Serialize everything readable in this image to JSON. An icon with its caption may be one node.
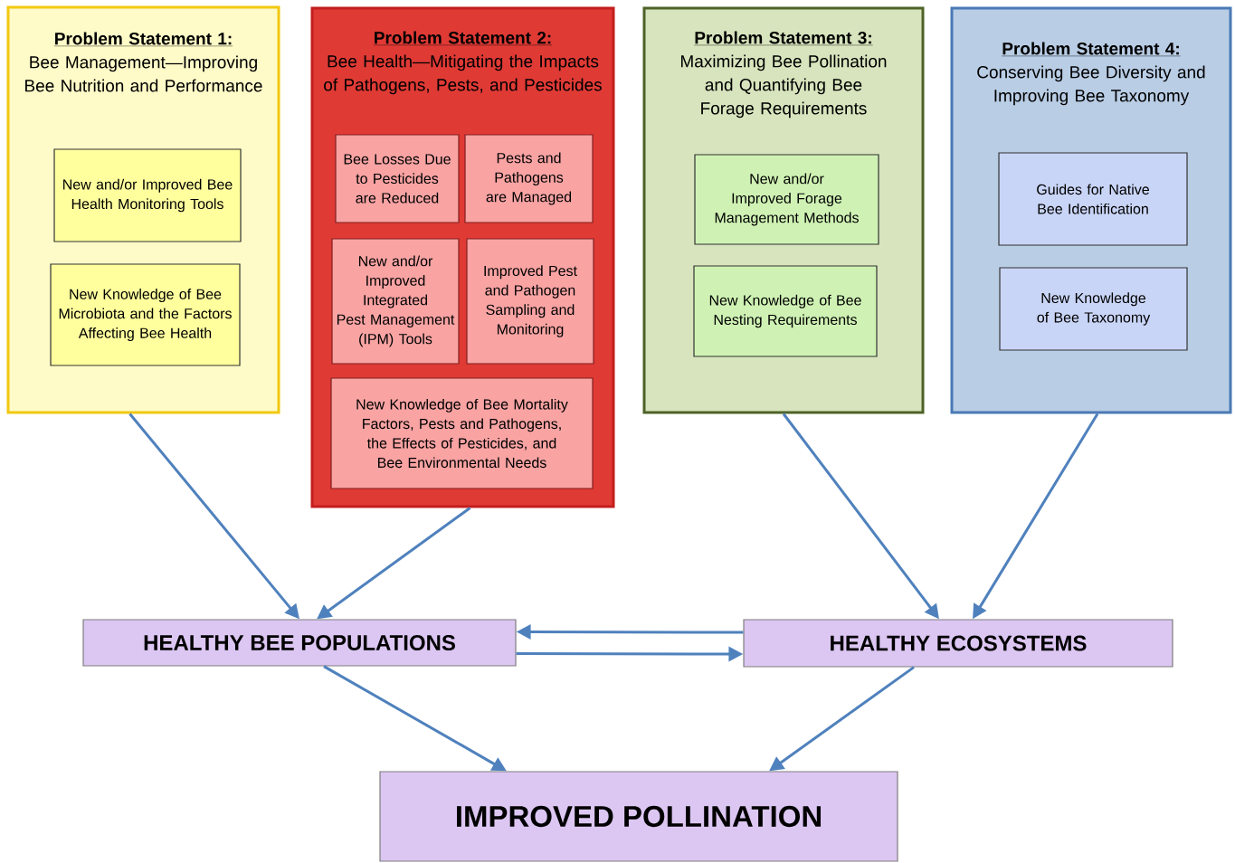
{
  "diagram": {
    "nodes": [
      {
        "text": [
          "Problem Statement 1:",
          "Bee Management—Improving Bee Nutrition and Performance"
        ]
      },
      {
        "text": [
          "New and/or Improved Bee Health Monitoring Tools"
        ],
        "in": 0
      },
      {
        "text": [
          "New Knowledge of Bee Microbiota and the Factors Affecting Bee Health"
        ],
        "in": 0
      },
      {
        "text": [
          "Problem Statement 2:",
          "Bee Health—Mitigating the Impacts of Pathogens, Pests, and Pesticides"
        ]
      },
      {
        "text": [
          "Bee Losses Due to Pesticides are Reduced"
        ],
        "in": 3
      },
      {
        "text": [
          "Pests and Pathogens are Managed"
        ],
        "in": 3
      },
      {
        "text": [
          "New and/or Improved Integrated Pest Management (IPM) Tools"
        ],
        "in": 3
      },
      {
        "text": [
          "Improved Pest and Pathogen Sampling and Monitoring"
        ],
        "in": 3
      },
      {
        "text": [
          "New Knowledge of Bee Mortality Factors, Pests and Pathogens, the Effects of Pesticides, and Bee Environmental Needs"
        ],
        "in": 3
      },
      {
        "text": [
          "Problem Statement 3:",
          "Maximizing Bee Pollination and Quantifying Bee Forage Requirements"
        ]
      },
      {
        "text": [
          "New and/or Improved Forage Management Methods"
        ],
        "in": 9
      },
      {
        "text": [
          "New Knowledge of Bee Nesting Requirements"
        ],
        "in": 9
      },
      {
        "text": [
          "Problem Statement 4:",
          "Conserving Bee Diversity and Improving Bee Taxonomy"
        ]
      },
      {
        "text": [
          "Guides for Native Bee Identification"
        ],
        "in": 12
      },
      {
        "text": [
          "New Knowledge of Bee Taxonomy"
        ],
        "in": 12
      },
      {
        "text": [
          "HEALTHY BEE POPULATIONS"
        ]
      },
      {
        "text": [
          "HEALTHY ECOSYSTEMS"
        ]
      },
      {
        "text": [
          "IMPROVED POLLINATION"
        ]
      }
    ],
    "edges": [
      {
        "from": 0,
        "to": 15,
        "arrow": "to"
      },
      {
        "from": 3,
        "to": 15,
        "arrow": "to"
      },
      {
        "from": 9,
        "to": 16,
        "arrow": "to"
      },
      {
        "from": 12,
        "to": 16,
        "arrow": "to"
      },
      {
        "from": 16,
        "to": 15,
        "arrow": "to"
      },
      {
        "from": 15,
        "to": 16,
        "arrow": "to"
      },
      {
        "from": 15,
        "to": 17,
        "arrow": "to"
      },
      {
        "from": 16,
        "to": 17,
        "arrow": "to"
      }
    ]
  }
}
